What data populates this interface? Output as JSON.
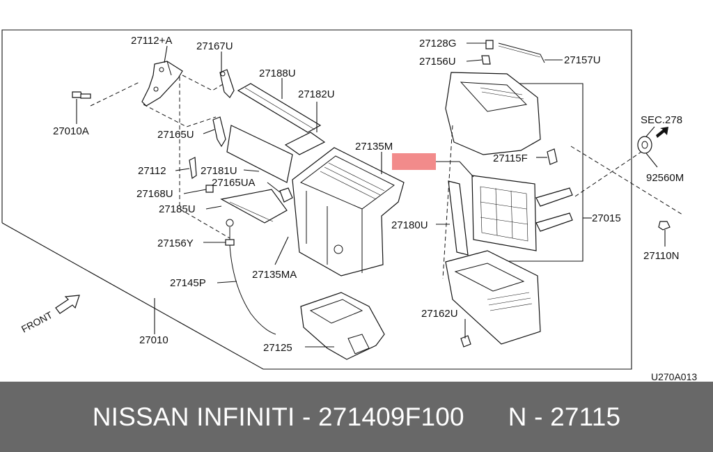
{
  "diagram": {
    "figure_code": "U270A013",
    "front_label": "FRONT",
    "highlighted_part": "27115",
    "highlight_color": "#f28b8b",
    "labels": {
      "p27112a": "27112+A",
      "p27167u": "27167U",
      "p27188u": "27188U",
      "p27182u": "27182U",
      "p27010a": "27010A",
      "p27165u": "27165U",
      "p27112": "27112",
      "p27181u": "27181U",
      "p27168u": "27168U",
      "p27165ua": "27165UA",
      "p27185u": "27185U",
      "p27156y": "27156Y",
      "p27145p": "27145P",
      "p27135m": "27135M",
      "p27135ma": "27135MA",
      "p27010": "27010",
      "p27125": "27125",
      "p27128g": "27128G",
      "p27156u": "27156U",
      "p27157u": "27157U",
      "p27115f": "27115F",
      "p27180u": "27180U",
      "p27015": "27015",
      "p27162u": "27162U",
      "sec278": "SEC.278",
      "p92560m": "92560M",
      "p27110n": "27110N"
    }
  },
  "footer": {
    "brand": "NISSAN INFINITI",
    "separator": " - ",
    "part_number": "271409F100",
    "ref_prefix": "N",
    "ref_number": "27115"
  }
}
